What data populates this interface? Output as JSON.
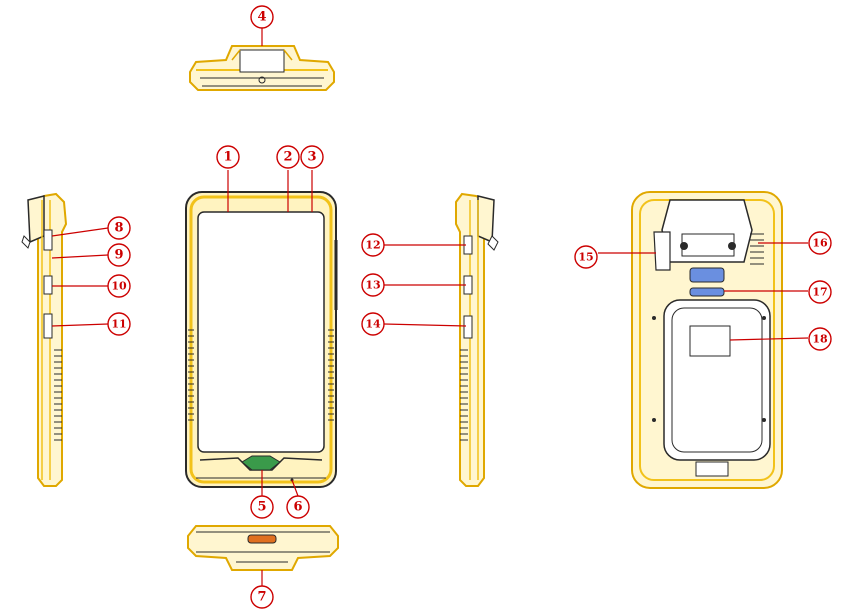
{
  "colors": {
    "outline": "#2a2a2a",
    "body": "#f2c21a",
    "callout": "#cc0000",
    "port": "#e07020",
    "blue_part": "#6a8fe0",
    "green_part": "#3a9a4a"
  },
  "icons": {
    "top_view": "device-top-view",
    "front_view": "device-front-view",
    "left_view": "device-left-side-view",
    "right_view": "device-right-side-view",
    "back_view": "device-back-view",
    "bottom_view": "device-bottom-view"
  },
  "callouts": [
    {
      "id": "callout-1",
      "number": "1"
    },
    {
      "id": "callout-2",
      "number": "2"
    },
    {
      "id": "callout-3",
      "number": "3"
    },
    {
      "id": "callout-4",
      "number": "4"
    },
    {
      "id": "callout-5",
      "number": "5"
    },
    {
      "id": "callout-6",
      "number": "6"
    },
    {
      "id": "callout-7",
      "number": "7"
    },
    {
      "id": "callout-8",
      "number": "8"
    },
    {
      "id": "callout-9",
      "number": "9"
    },
    {
      "id": "callout-10",
      "number": "10"
    },
    {
      "id": "callout-11",
      "number": "11"
    },
    {
      "id": "callout-12",
      "number": "12"
    },
    {
      "id": "callout-13",
      "number": "13"
    },
    {
      "id": "callout-14",
      "number": "14"
    },
    {
      "id": "callout-15",
      "number": "15"
    },
    {
      "id": "callout-16",
      "number": "16"
    },
    {
      "id": "callout-17",
      "number": "17"
    },
    {
      "id": "callout-18",
      "number": "18"
    }
  ]
}
